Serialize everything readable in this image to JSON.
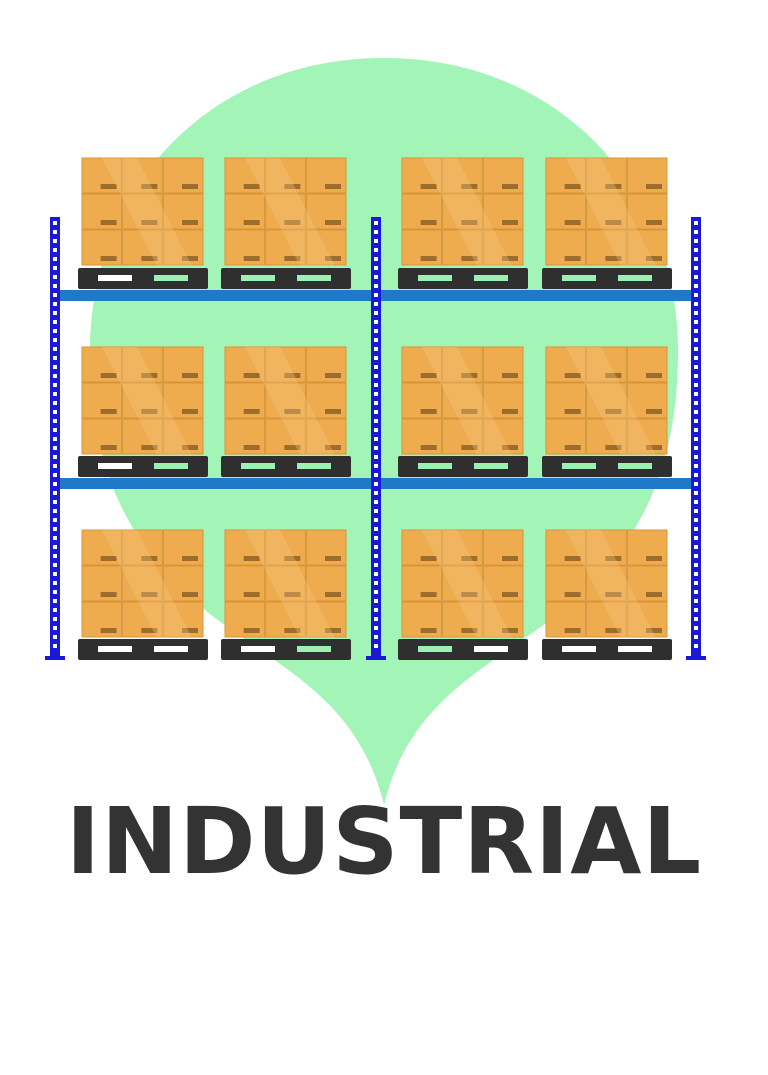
{
  "title": "INDUSTRIAL",
  "colors": {
    "background": "#ffffff",
    "pin_blob": "#a2f5b6",
    "upright": "#1a1ad6",
    "upright_hole": "#ffffff",
    "beam": "#1f78c8",
    "box": "#efac4f",
    "box_edge": "#d89436",
    "box_highlight": "#f6c47e",
    "pallet": "#2f2f2f",
    "pallet_slot_green": "#9bf0b3",
    "pallet_slot_white": "#ffffff",
    "title_text": "#333333"
  },
  "rack": {
    "uprights": 3,
    "beam_levels": 2,
    "shelf_levels": 3,
    "pallets_per_level": 4,
    "box_grid": "3x3"
  },
  "icons": [
    "pin-blob-icon",
    "pallet-icon",
    "carton-box-icon"
  ]
}
